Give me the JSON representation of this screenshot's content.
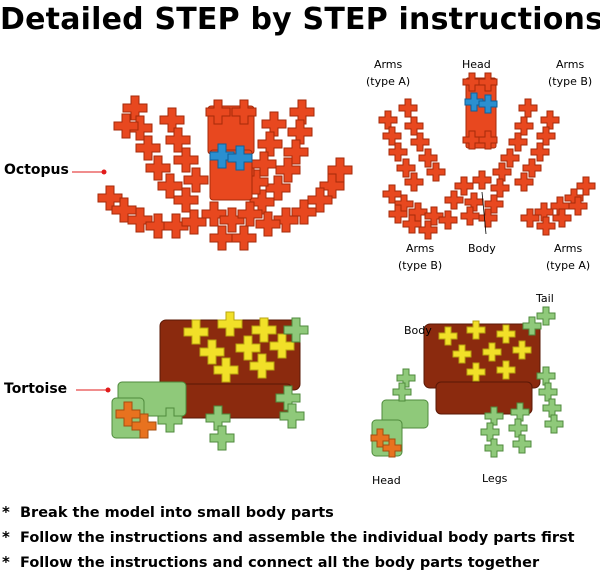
{
  "title": "Detailed STEP by STEP instructions",
  "octopus": {
    "name": "Octopus",
    "labels": {
      "arms_a_top": "Arms\n(type A)",
      "head": "Head",
      "arms_b_top": "Arms\n(type B)",
      "arms_b_bottom": "Arms\n(type B)",
      "body": "Body",
      "arms_a_bottom": "Arms\n(type A)"
    }
  },
  "tortoise": {
    "name": "Tortoise",
    "labels": {
      "tail": "Tail",
      "body": "Body",
      "head": "Head",
      "legs": "Legs"
    }
  },
  "bullet_marker": "*",
  "instructions": [
    "Break the model into small body parts",
    "Follow the instructions and assemble the individual body parts first",
    "Follow the instructions and connect all the body parts together"
  ],
  "colors": {
    "octopus_orange": "#e8481f",
    "octopus_dark": "#b8320f",
    "head_blue": "#2a8fd0",
    "tortoise_shell": "#8b2a0e",
    "tortoise_yellow": "#f2e028",
    "tortoise_green": "#8fc97a",
    "tortoise_green_dark": "#5e9e4c",
    "tortoise_orange": "#e8721f",
    "pointer_red": "#e11b1b"
  }
}
